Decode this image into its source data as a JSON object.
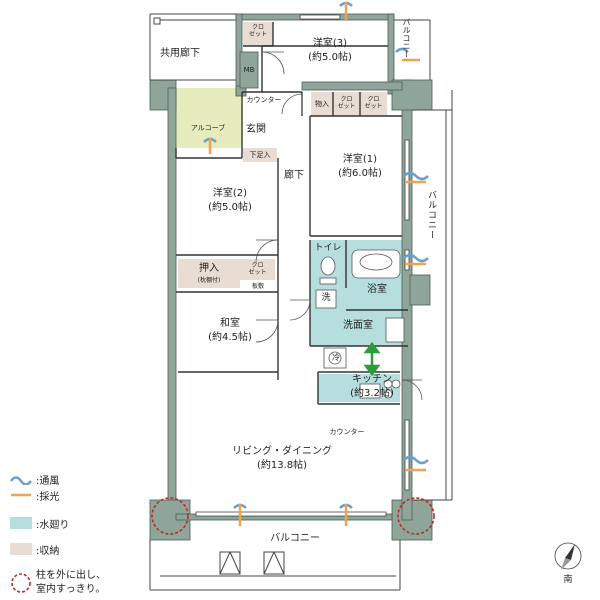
{
  "colors": {
    "wall": "#8fa59a",
    "water": "#b6dede",
    "storage": "#e9dcd3",
    "alcove": "#e7ecbe",
    "green": "#2e9b3a",
    "ventilation": "#6a9fd0",
    "daylight": "#f3a14a",
    "column_ring": "#c0282a"
  },
  "labels": {
    "common_corridor": "共用廊下",
    "room3": "洋室(3)",
    "room3_size": "(約5.0帖)",
    "closet_top": "クロ\nゼット",
    "mb": "MB",
    "counter_entrance": "カウンター",
    "alcove": "アルコーブ",
    "entrance": "玄関",
    "shoe_storage": "下足入",
    "shoe_cabinet": "物入",
    "closet_a": "クロ\nゼット",
    "closet_b": "クロ\nゼット",
    "room1": "洋室(1)",
    "room1_size": "(約6.0帖)",
    "corridor": "廊下",
    "room2": "洋室(2)",
    "room2_size": "(約5.0帖)",
    "toilet": "トイレ",
    "oshiire": "押入",
    "oshiire_note": "(枕棚付)",
    "closet_r2": "クロ\nゼット",
    "itajiki": "板敷",
    "bathroom": "浴室",
    "washroom": "洗面室",
    "wash_machine": "洗",
    "washitsu": "和室",
    "washitsu_size": "(約4.5帖)",
    "fridge": "冷",
    "kitchen": "キッチン",
    "kitchen_size": "(約3.2帖)",
    "counter_kitchen": "カウンター",
    "ldk": "リビング・ダイニング",
    "ldk_size": "(約13.8帖)",
    "balcony_right": "バルコニー",
    "balcony_top_right": "バルコニー",
    "balcony_bottom": "バルコニー",
    "south": "南"
  },
  "legend": {
    "ventilation": ":通風",
    "daylight": ":採光",
    "water": ":水廻り",
    "storage": ":収納",
    "column": "柱を外に出し、\n室内すっきり。"
  }
}
